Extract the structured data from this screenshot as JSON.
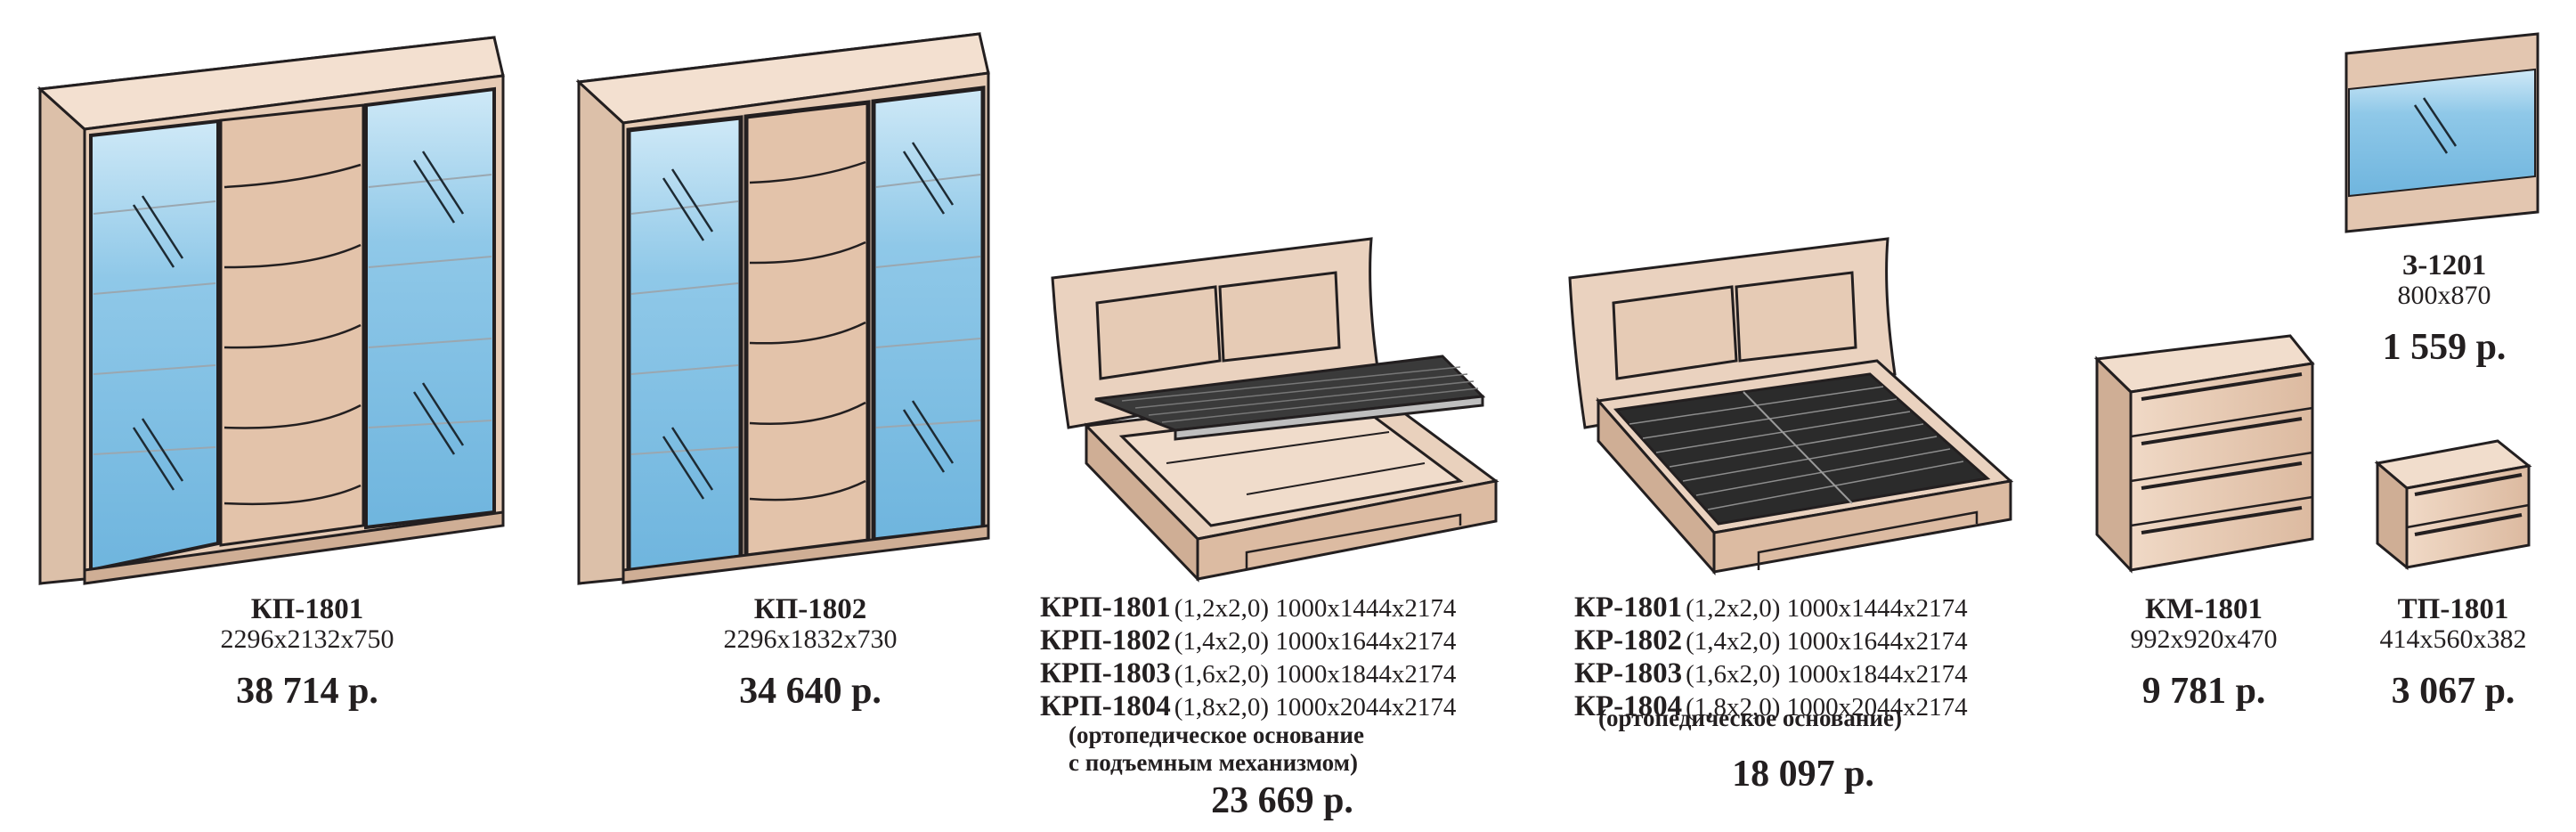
{
  "products": {
    "wardrobe1": {
      "name": "КП-1801",
      "dims": "2296х2132х750",
      "price": "38 714 р."
    },
    "wardrobe2": {
      "name": "КП-1802",
      "dims": "2296х1832х730",
      "price": "34 640 р."
    },
    "bed_lift": {
      "rows": [
        {
          "code": "КРП-1801",
          "spec": "(1,2х2,0) 1000х1444х2174"
        },
        {
          "code": "КРП-1802",
          "spec": "(1,4х2,0) 1000х1644х2174"
        },
        {
          "code": "КРП-1803",
          "spec": "(1,6х2,0) 1000х1844х2174"
        },
        {
          "code": "КРП-1804",
          "spec": "(1,8х2,0) 1000х2044х2174"
        }
      ],
      "note_line1": "(ортопедическое основание",
      "note_line2": "с подъемным механизмом)",
      "price": "23 669 р."
    },
    "bed": {
      "rows": [
        {
          "code": "КР-1801",
          "spec": "(1,2х2,0) 1000х1444х2174"
        },
        {
          "code": "КР-1802",
          "spec": "(1,4х2,0) 1000х1644х2174"
        },
        {
          "code": "КР-1803",
          "spec": "(1,6х2,0) 1000х1844х2174"
        },
        {
          "code": "КР-1804",
          "spec": "(1,8х2,0) 1000х2044х2174"
        }
      ],
      "note": "(ортопедическое основание)",
      "price": "18 097 р."
    },
    "dresser": {
      "name": "КМ-1801",
      "dims": "992х920х470",
      "price": "9 781 р."
    },
    "mirror": {
      "name": "З-1201",
      "dims": "800х870",
      "price": "1 559 р."
    },
    "nightstand": {
      "name": "ТП-1801",
      "dims": "414х560х382",
      "price": "3 067 р."
    }
  },
  "colors": {
    "wood": "#e8cdb6",
    "wood_dark": "#cfae95",
    "glass": "#86c3e6",
    "outline": "#231f20",
    "slat": "#2b2b2b"
  }
}
